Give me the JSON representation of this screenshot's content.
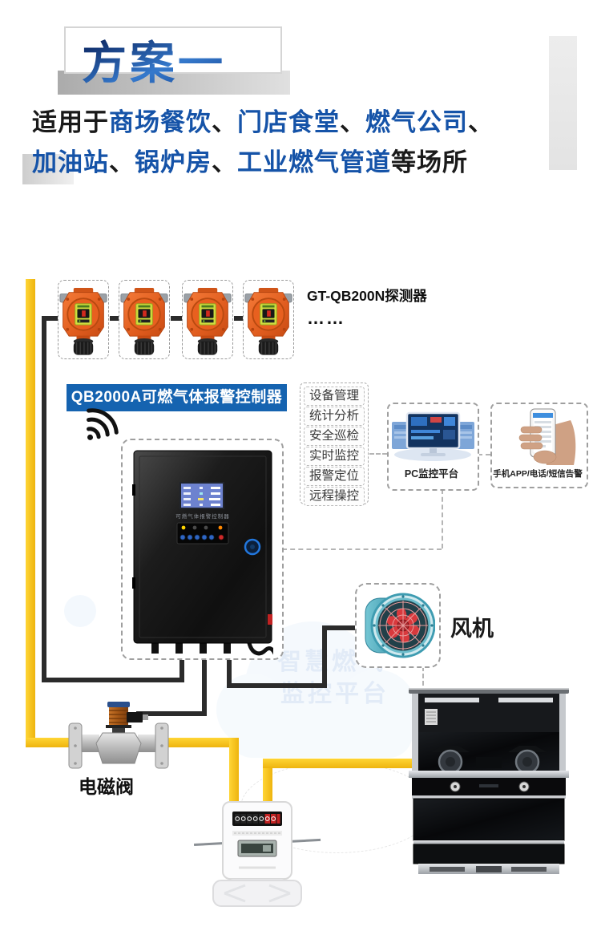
{
  "header": {
    "title": "方案一"
  },
  "intro": {
    "line1": [
      "适用于",
      "商场餐饮",
      "、",
      "门店食堂",
      "、",
      "燃气公司",
      "、"
    ],
    "line2": [
      "加油站",
      "、",
      "锅炉房",
      "、",
      "工业燃气管道",
      "等场所"
    ]
  },
  "detectors": {
    "label": "GT-QB200N探测器",
    "dots": "……",
    "count": 4
  },
  "controller": {
    "label": "QB2000A可燃气体报警控制器",
    "panel_text": "可燃气体报警控制器"
  },
  "features": {
    "items": [
      "设备管理",
      "统计分析",
      "安全巡检",
      "实时监控",
      "报警定位",
      "远程操控"
    ]
  },
  "pc": {
    "label": "PC监控平台"
  },
  "phone": {
    "label": "手机APP/电话/短信告警"
  },
  "fan": {
    "label": "风机"
  },
  "valve": {
    "label": "电磁阀"
  },
  "watermark": {
    "line1": "智慧燃气",
    "line2": "监控平台"
  },
  "colors": {
    "pipe": "#f6c51a",
    "line": "#2b2b2b",
    "label_bg": "#1563b0",
    "blue_text": "#1553a8",
    "header_blue": "#2f7fd6"
  }
}
